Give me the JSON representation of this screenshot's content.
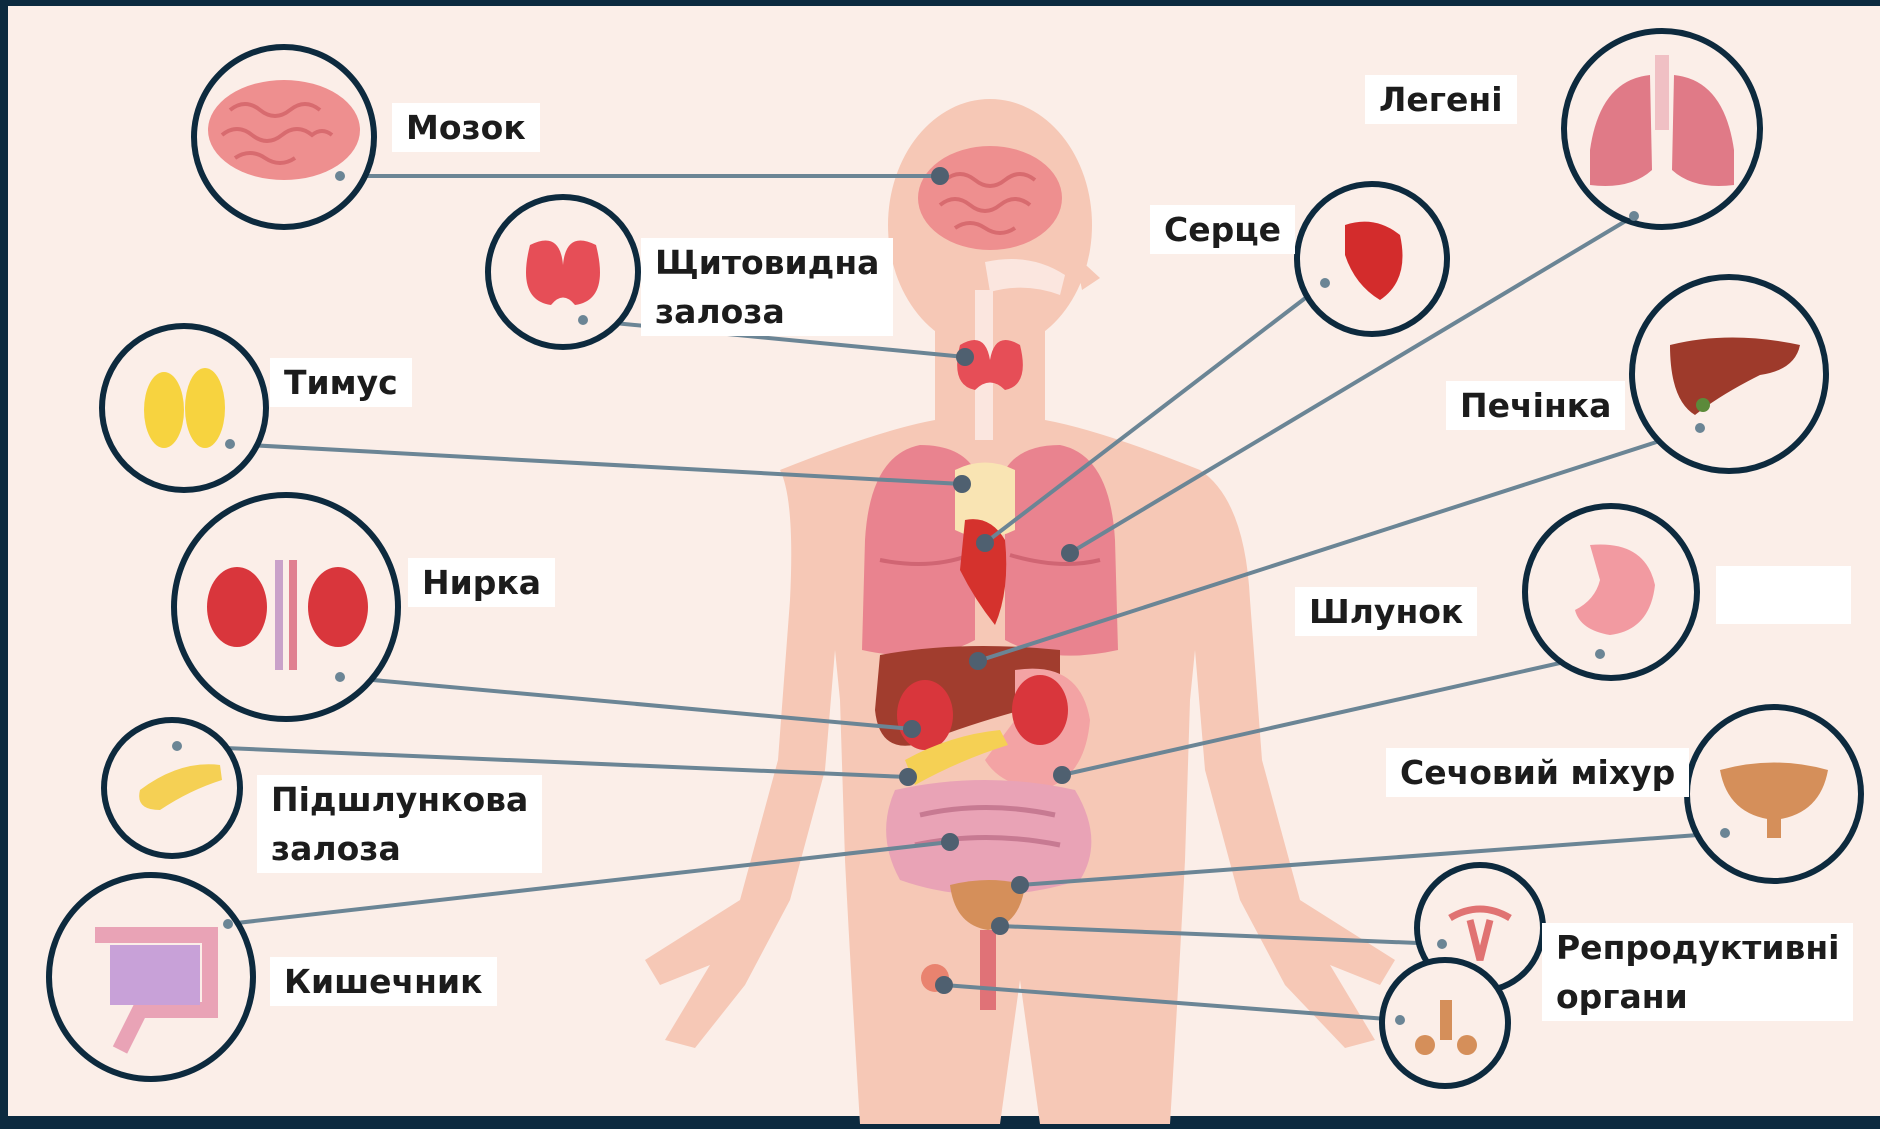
{
  "labels": {
    "brain": "Мозок",
    "thyroid": "Щитовидна\nзалоза",
    "thymus": "Тимус",
    "kidney": "Нирка",
    "pancreas": "Підшлункова\nзалоза",
    "intestine": "Кишечник",
    "lungs": "Легені",
    "heart": "Серце",
    "liver": "Печінка",
    "stomach": "Шлунок",
    "bladder": "Сечовий міхур",
    "reproductive": "Репродуктивні\nоргани"
  },
  "icons": [
    "brain-icon",
    "thyroid-icon",
    "thymus-icon",
    "kidney-icon",
    "pancreas-icon",
    "intestine-icon",
    "lungs-icon",
    "heart-icon",
    "liver-icon",
    "stomach-icon",
    "bladder-icon",
    "female-reproductive-icon",
    "male-reproductive-icon"
  ],
  "colors": {
    "background": "#fbeee8",
    "body": "#f6c8b6",
    "frame": "#0d2a3e",
    "connector": "#6b8595",
    "brain": "#ee8f8f",
    "thyroid": "#e64e57",
    "thymus": "#f7d33f",
    "kidney": "#d9363c",
    "lungs": "#e07a87",
    "heart": "#d32c2c",
    "liver": "#9e3a2b",
    "stomach": "#f29aa1",
    "pancreas": "#f5d054",
    "intestine": "#e9a3b6",
    "bladder": "#d58f5a"
  }
}
